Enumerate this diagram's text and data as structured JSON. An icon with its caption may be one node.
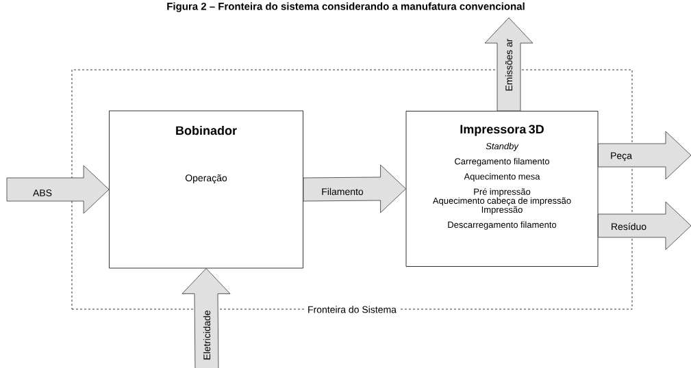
{
  "diagram": {
    "title": "Figura 2 – Fronteira do sistema considerando a manufatura convencional",
    "nodes": [
      {
        "text": [
          "Fronteira do Sistema"
        ]
      },
      {
        "text": [
          "Bobinador",
          "Operação"
        ],
        "in": 0
      },
      {
        "text": [
          "Impressora 3D",
          "Standby",
          "Carregamento filamento",
          "Aquecimento mesa",
          "Pré impressão",
          "Aquecimento cabeça de impressão",
          "Impressão",
          "Descarregamento filamento"
        ],
        "in": 0
      }
    ],
    "edges": [
      {
        "from": null,
        "to": 1,
        "arrow": "to",
        "label": "ABS"
      },
      {
        "from": 1,
        "to": 2,
        "arrow": "to",
        "label": "Filamento"
      },
      {
        "from": 2,
        "to": null,
        "arrow": "to",
        "label": "Emissões ar"
      },
      {
        "from": 2,
        "to": null,
        "arrow": "to",
        "label": "Peça"
      },
      {
        "from": 2,
        "to": null,
        "arrow": "to",
        "label": "Resíduo"
      },
      {
        "from": null,
        "to": 1,
        "arrow": "to",
        "label": "Eletricidade"
      }
    ]
  }
}
